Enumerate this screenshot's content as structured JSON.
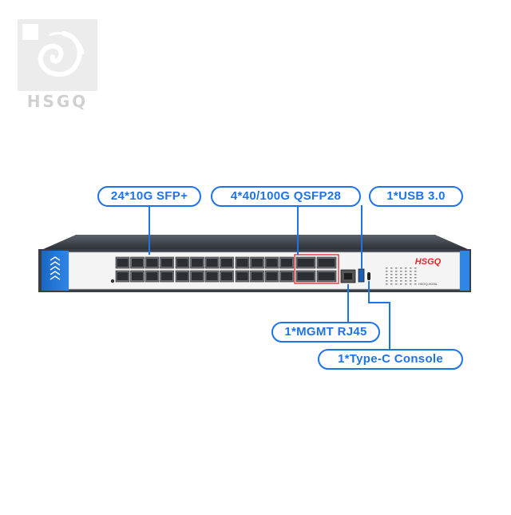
{
  "brand": {
    "watermark_text": "HSGQ",
    "device_logo": "HSGQ",
    "model": "HSGQ-9028L"
  },
  "callouts": {
    "sfp": "24*10G SFP+",
    "qsfp": "4*40/100G QSFP28",
    "usb": "1*USB 3.0",
    "mgmt": "1*MGMT RJ45",
    "console": "1*Type-C Console"
  },
  "colors": {
    "accent": "#1e73e8",
    "chassis": "#3a3f47",
    "panel": "#f4f4f4",
    "qsfp_highlight": "#e23a3a",
    "brand_red": "#e02828"
  },
  "icons": {
    "watermark": "hsgq-swirl-logo-icon",
    "rack_ear": "chevron-stack-icon"
  }
}
